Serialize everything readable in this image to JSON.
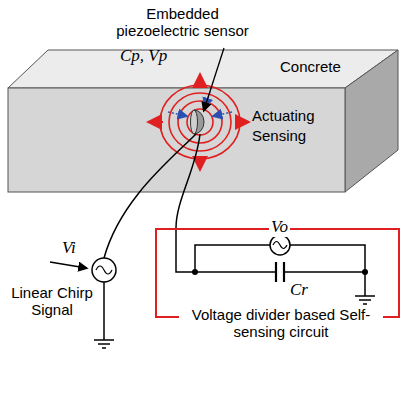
{
  "diagram": {
    "nodes": [
      {
        "text": [
          "Concrete",
          "Actuating",
          "Sensing"
        ]
      },
      {
        "text": [
          "Vo",
          "Cr",
          "Voltage divider based Self-sensing circuit"
        ]
      }
    ],
    "labels": [
      "Embedded piezoelectric sensor",
      "Cp, Vp",
      "Vi",
      "Linear Chirp Signal"
    ]
  }
}
